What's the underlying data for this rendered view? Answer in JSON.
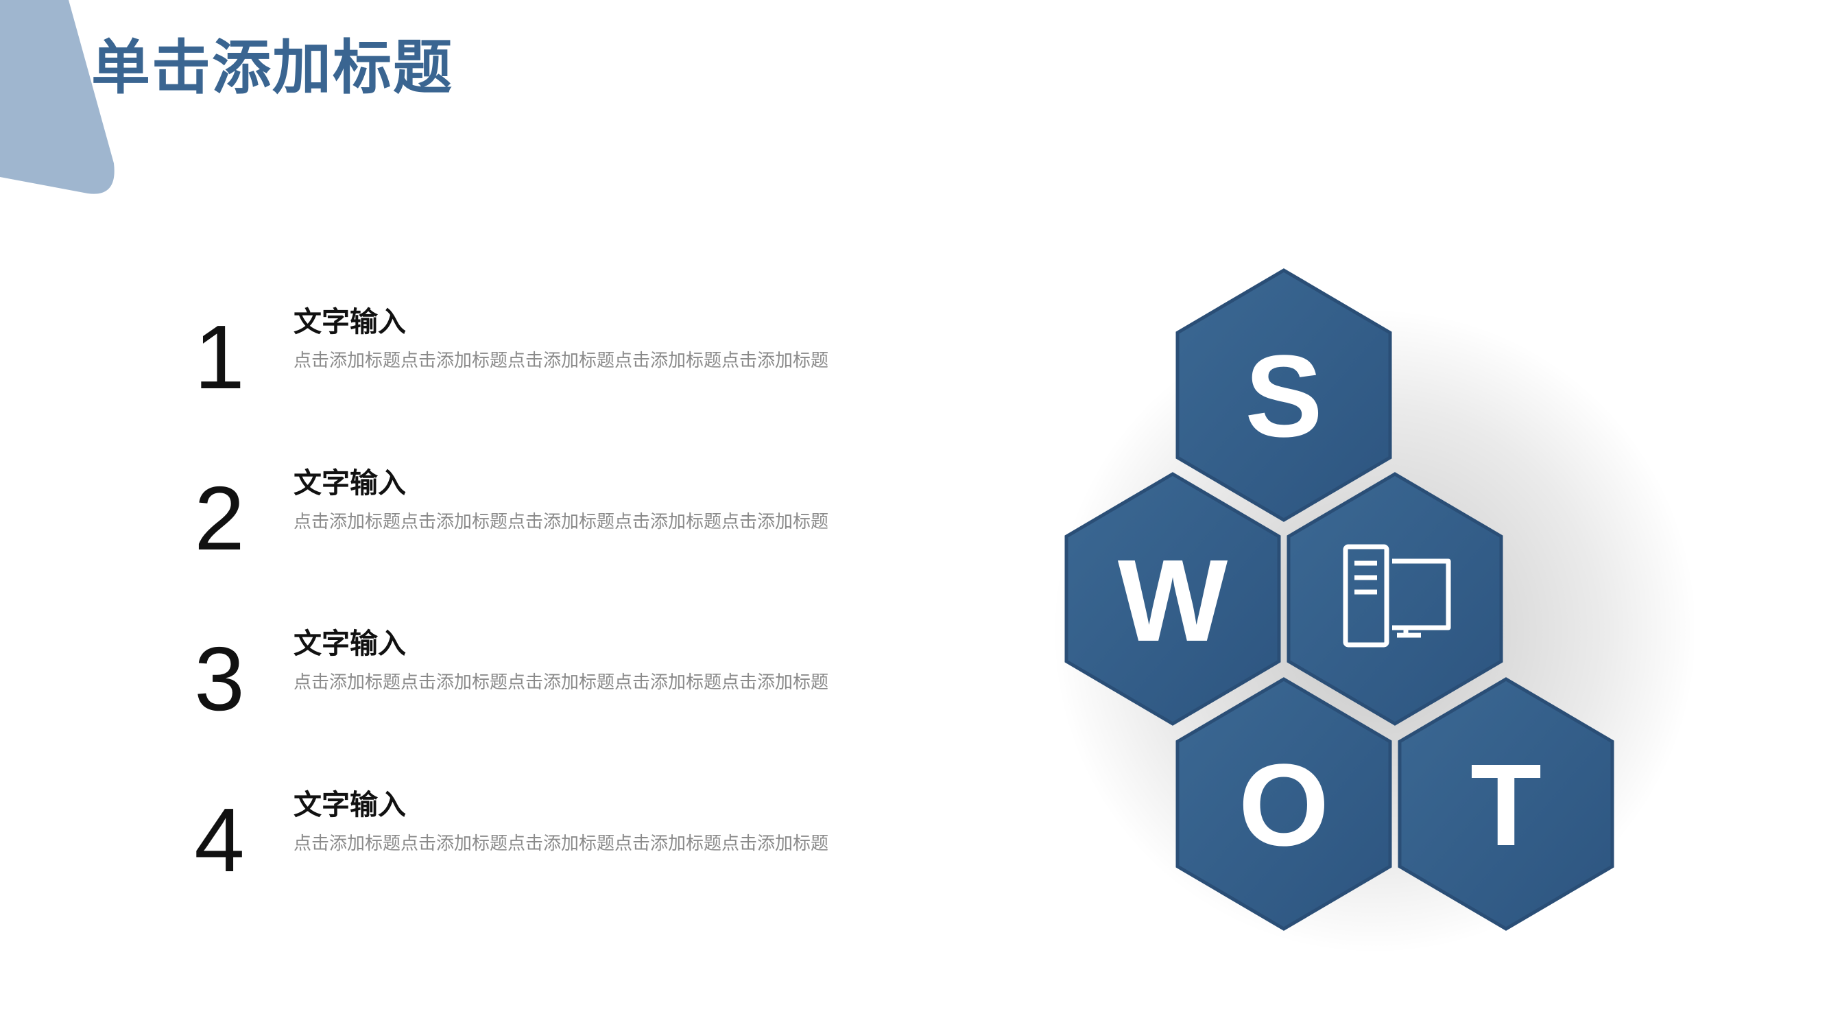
{
  "slide": {
    "title": "单击添加标题"
  },
  "items": [
    {
      "number": "1",
      "heading": "文字输入",
      "description": "点击添加标题点击添加标题点击添加标题点击添加标题点击添加标题"
    },
    {
      "number": "2",
      "heading": "文字输入",
      "description": "点击添加标题点击添加标题点击添加标题点击添加标题点击添加标题"
    },
    {
      "number": "3",
      "heading": "文字输入",
      "description": "点击添加标题点击添加标题点击添加标题点击添加标题点击添加标题"
    },
    {
      "number": "4",
      "heading": "文字输入",
      "description": "点击添加标题点击添加标题点击添加标题点击添加标题点击添加标题"
    }
  ],
  "swot": {
    "s": "S",
    "w": "W",
    "o": "O",
    "t": "T",
    "center_icon": "computer-icon"
  },
  "colors": {
    "title": "#3a6591",
    "hex_fill": "#36608c",
    "hex_dark": "#2a4e76",
    "corner_shape": "#9fb6cf",
    "description": "#8a8a8a"
  }
}
